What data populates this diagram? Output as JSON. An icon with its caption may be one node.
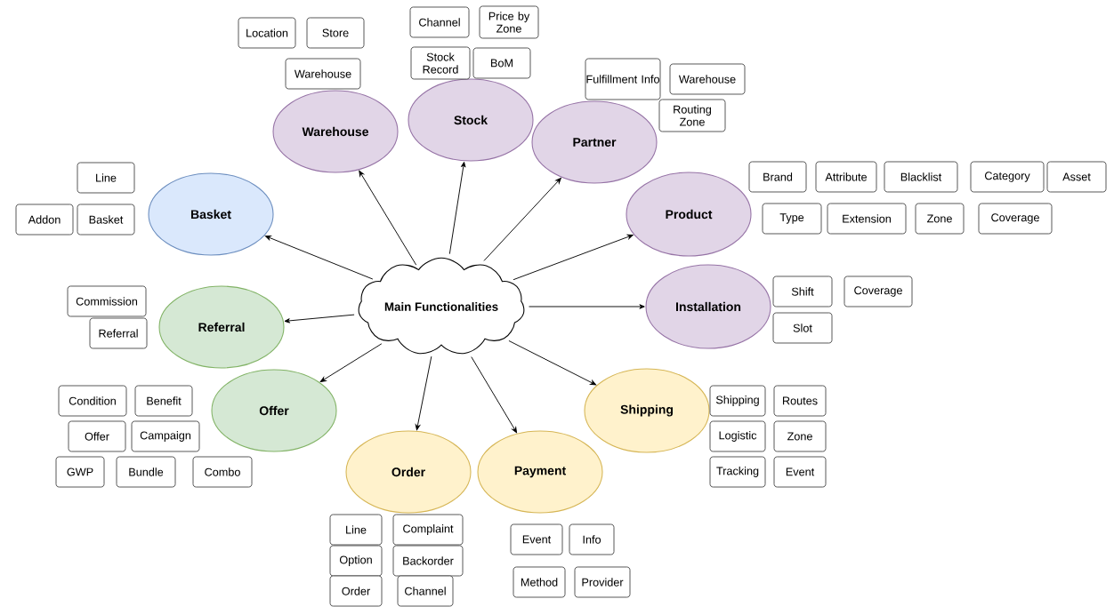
{
  "diagram": {
    "nodes": [
      {
        "text": [
          "Main Functionalities"
        ]
      },
      {
        "text": [
          "Warehouse"
        ]
      },
      {
        "text": [
          "Stock"
        ]
      },
      {
        "text": [
          "Partner"
        ]
      },
      {
        "text": [
          "Basket"
        ]
      },
      {
        "text": [
          "Product"
        ]
      },
      {
        "text": [
          "Referral"
        ]
      },
      {
        "text": [
          "Installation"
        ]
      },
      {
        "text": [
          "Offer"
        ]
      },
      {
        "text": [
          "Shipping"
        ]
      },
      {
        "text": [
          "Order"
        ]
      },
      {
        "text": [
          "Payment"
        ]
      },
      {
        "text": [
          "Location"
        ]
      },
      {
        "text": [
          "Store"
        ]
      },
      {
        "text": [
          "Warehouse"
        ]
      },
      {
        "text": [
          "Channel"
        ]
      },
      {
        "text": [
          "Price by Zone"
        ]
      },
      {
        "text": [
          "Stock Record"
        ]
      },
      {
        "text": [
          "BoM"
        ]
      },
      {
        "text": [
          "Fulfillment Info"
        ]
      },
      {
        "text": [
          "Warehouse"
        ]
      },
      {
        "text": [
          "Routing Zone"
        ]
      },
      {
        "text": [
          "Brand"
        ]
      },
      {
        "text": [
          "Attribute"
        ]
      },
      {
        "text": [
          "Blacklist"
        ]
      },
      {
        "text": [
          "Category"
        ]
      },
      {
        "text": [
          "Asset"
        ]
      },
      {
        "text": [
          "Type"
        ]
      },
      {
        "text": [
          "Extension"
        ]
      },
      {
        "text": [
          "Zone"
        ]
      },
      {
        "text": [
          "Coverage"
        ]
      },
      {
        "text": [
          "Shift"
        ]
      },
      {
        "text": [
          "Coverage"
        ]
      },
      {
        "text": [
          "Slot"
        ]
      },
      {
        "text": [
          "Line"
        ]
      },
      {
        "text": [
          "Addon"
        ]
      },
      {
        "text": [
          "Basket"
        ]
      },
      {
        "text": [
          "Commission"
        ]
      },
      {
        "text": [
          "Referral"
        ]
      },
      {
        "text": [
          "Condition"
        ]
      },
      {
        "text": [
          "Benefit"
        ]
      },
      {
        "text": [
          "Offer"
        ]
      },
      {
        "text": [
          "Campaign"
        ]
      },
      {
        "text": [
          "GWP"
        ]
      },
      {
        "text": [
          "Bundle"
        ]
      },
      {
        "text": [
          "Combo"
        ]
      },
      {
        "text": [
          "Shipping"
        ]
      },
      {
        "text": [
          "Routes"
        ]
      },
      {
        "text": [
          "Logistic"
        ]
      },
      {
        "text": [
          "Zone"
        ]
      },
      {
        "text": [
          "Tracking"
        ]
      },
      {
        "text": [
          "Event"
        ]
      },
      {
        "text": [
          "Line"
        ]
      },
      {
        "text": [
          "Complaint"
        ]
      },
      {
        "text": [
          "Option"
        ]
      },
      {
        "text": [
          "Backorder"
        ]
      },
      {
        "text": [
          "Order"
        ]
      },
      {
        "text": [
          "Channel"
        ]
      },
      {
        "text": [
          "Event"
        ]
      },
      {
        "text": [
          "Info"
        ]
      },
      {
        "text": [
          "Method"
        ]
      },
      {
        "text": [
          "Provider"
        ]
      }
    ],
    "edges": [
      {
        "from": 0,
        "to": 1,
        "arrow": "to"
      },
      {
        "from": 0,
        "to": 2,
        "arrow": "to"
      },
      {
        "from": 0,
        "to": 3,
        "arrow": "to"
      },
      {
        "from": 0,
        "to": 4,
        "arrow": "to"
      },
      {
        "from": 0,
        "to": 5,
        "arrow": "to"
      },
      {
        "from": 0,
        "to": 6,
        "arrow": "to"
      },
      {
        "from": 0,
        "to": 7,
        "arrow": "to"
      },
      {
        "from": 0,
        "to": 8,
        "arrow": "to"
      },
      {
        "from": 0,
        "to": 9,
        "arrow": "to"
      },
      {
        "from": 0,
        "to": 10,
        "arrow": "to"
      },
      {
        "from": 0,
        "to": 11,
        "arrow": "to"
      }
    ]
  }
}
